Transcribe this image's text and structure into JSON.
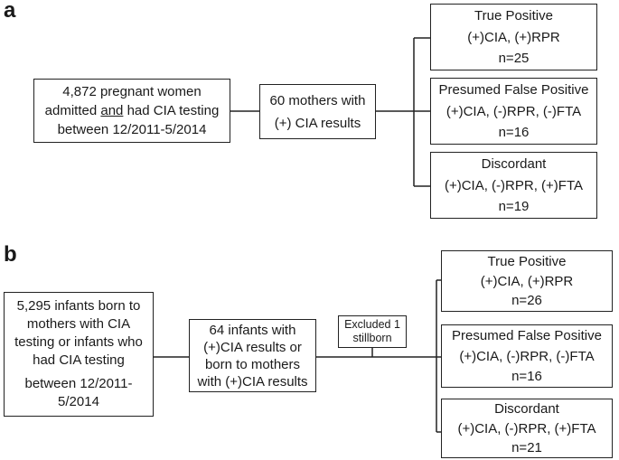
{
  "panel_a": {
    "label": "a",
    "source": {
      "line1": "4,872 pregnant women",
      "line2_pre": "admitted ",
      "line2_u": "and",
      "line2_post": " had CIA testing",
      "line3": "between 12/2011-5/2014"
    },
    "middle": {
      "line1": "60 mothers with",
      "line2": "(+) CIA results"
    },
    "outcomes": [
      {
        "title": "True Positive",
        "detail": "(+)CIA, (+)RPR",
        "count": "n=25"
      },
      {
        "title": "Presumed False Positive",
        "detail": "(+)CIA, (-)RPR, (-)FTA",
        "count": "n=16"
      },
      {
        "title": "Discordant",
        "detail": "(+)CIA, (-)RPR, (+)FTA",
        "count": "n=19"
      }
    ]
  },
  "panel_b": {
    "label": "b",
    "source": {
      "line1": "5,295 infants born to",
      "line2": "mothers with CIA",
      "line3": "testing or infants who",
      "line4": "had CIA testing",
      "line5": "between 12/2011-",
      "line6": "5/2014"
    },
    "middle": {
      "line1": "64 infants with",
      "line2": "(+)CIA results or",
      "line3": "born to mothers",
      "line4": "with (+)CIA results"
    },
    "excluded": {
      "line1": "Excluded 1",
      "line2": "stillborn"
    },
    "outcomes": [
      {
        "title": "True Positive",
        "detail": "(+)CIA, (+)RPR",
        "count": "n=26"
      },
      {
        "title": "Presumed False Positive",
        "detail": "(+)CIA, (-)RPR, (-)FTA",
        "count": "n=16"
      },
      {
        "title": "Discordant",
        "detail": "(+)CIA, (-)RPR, (+)FTA",
        "count": "n=21"
      }
    ]
  }
}
